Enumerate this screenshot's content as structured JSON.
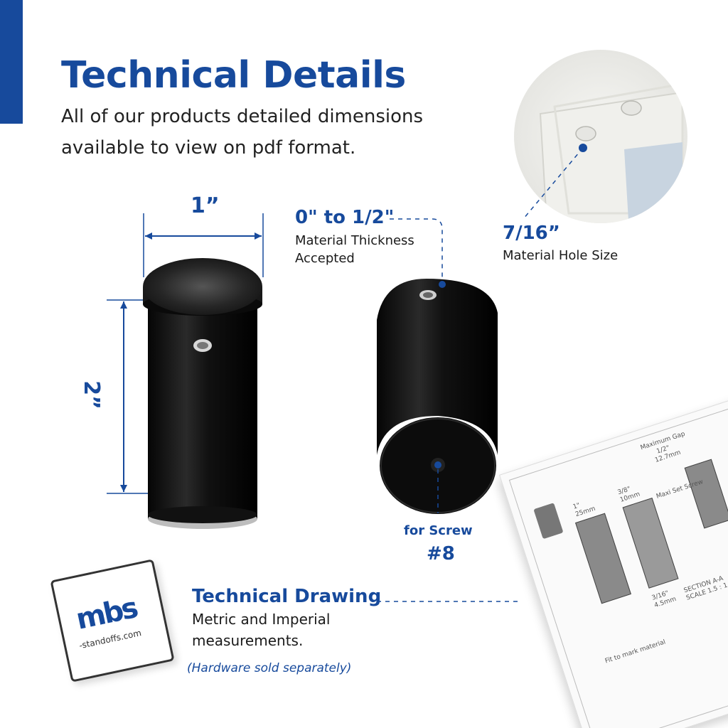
{
  "header": {
    "title": "Technical Details",
    "subtitle": "All of our products detailed dimensions available to view on pdf format."
  },
  "dimensions": {
    "width": "1”",
    "height": "2”"
  },
  "thickness": {
    "value": "0\" to 1/2\"",
    "description": "Material Thickness Accepted"
  },
  "hole": {
    "value": "7/16”",
    "description": "Material Hole Size"
  },
  "screw": {
    "label": "for Screw",
    "number": "#8"
  },
  "drawing": {
    "title": "Technical Drawing",
    "description": "Metric and Imperial measurements.",
    "note": "(Hardware sold separately)"
  },
  "logo": {
    "mark": "mbs",
    "site": "-standoffs.com"
  },
  "sheet": {
    "max_gap": "Maximum Gap",
    "gap_in": "1/2\"",
    "gap_mm": "12.7mm",
    "dia_in": "1\"",
    "dia_mm": "25mm",
    "hole_in": "3/8\"",
    "hole_mm": "10mm",
    "screw_note": "Maxi Set Screw",
    "section": "SECTION A-A",
    "scale": "SCALE 1.5 : 1",
    "small_in": "3/16\"",
    "small_mm": "4.5mm",
    "fit": "Fit to mark material"
  },
  "colors": {
    "brand": "#174a9c",
    "body": "#0d0d0d"
  }
}
